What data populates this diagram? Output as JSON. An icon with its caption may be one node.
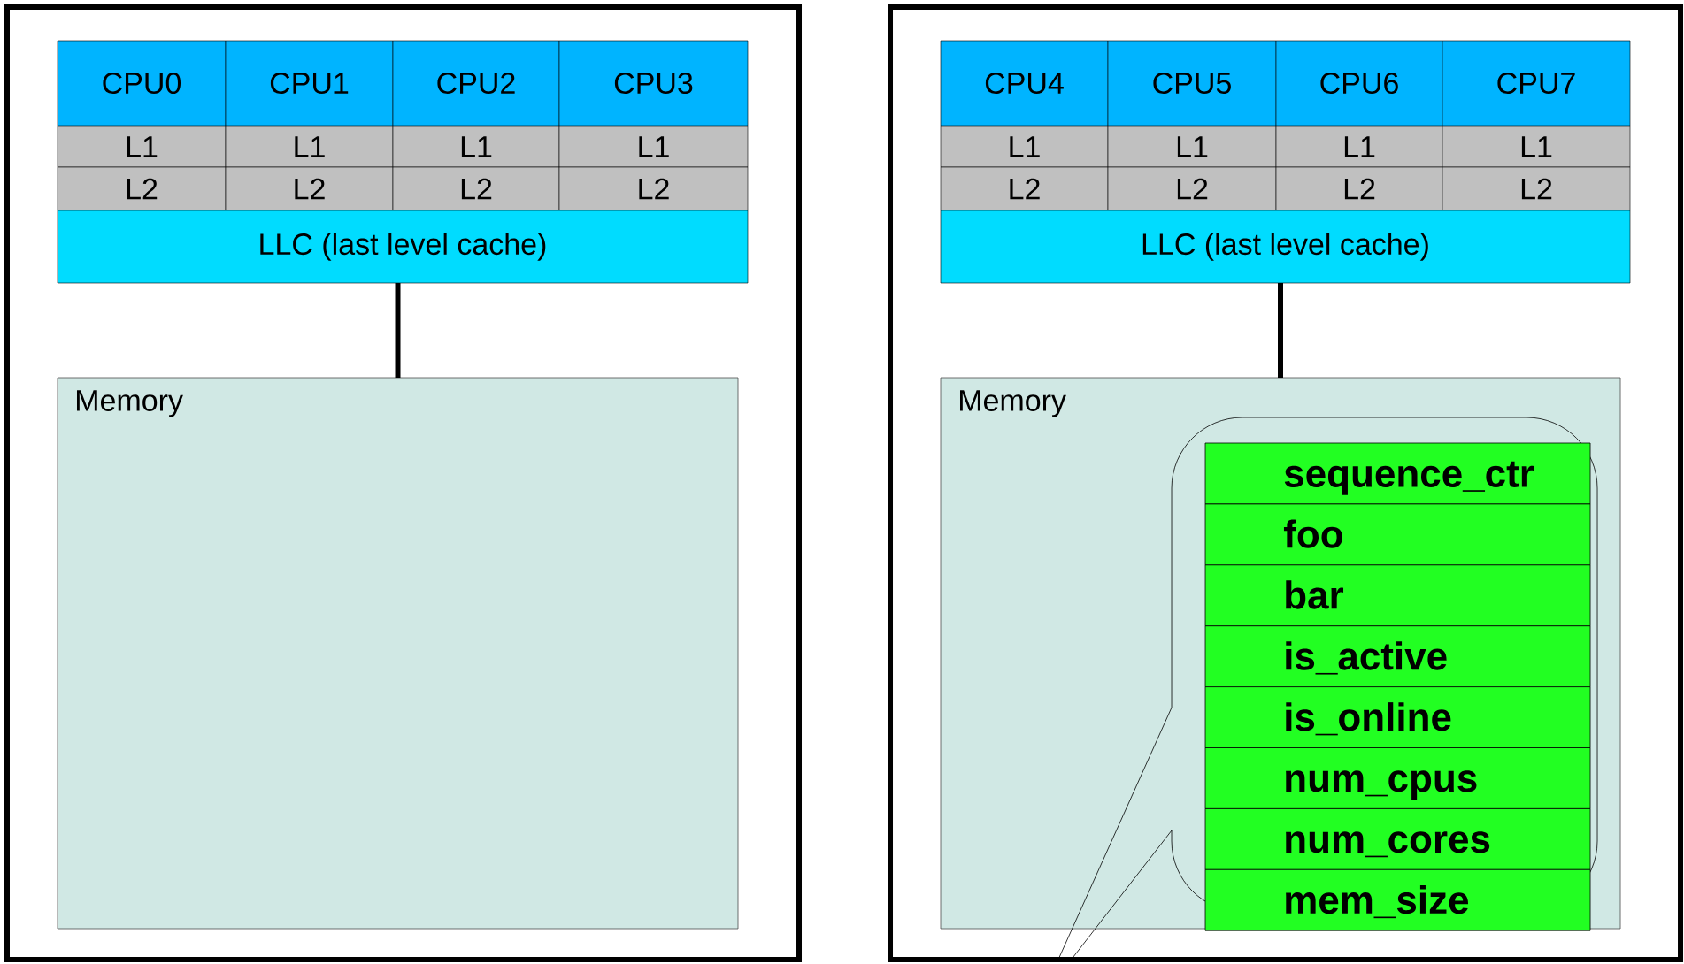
{
  "diagram": {
    "nodes": [
      {
        "text": [],
        "shape": "box"
      },
      {
        "text": [
          "CPU0"
        ],
        "in": 0
      },
      {
        "text": [
          "CPU1"
        ],
        "in": 0
      },
      {
        "text": [
          "CPU2"
        ],
        "in": 0
      },
      {
        "text": [
          "CPU3"
        ],
        "in": 0
      },
      {
        "text": [
          "L1"
        ],
        "in": 0
      },
      {
        "text": [
          "L1"
        ],
        "in": 0
      },
      {
        "text": [
          "L1"
        ],
        "in": 0
      },
      {
        "text": [
          "L1"
        ],
        "in": 0
      },
      {
        "text": [
          "L2"
        ],
        "in": 0
      },
      {
        "text": [
          "L2"
        ],
        "in": 0
      },
      {
        "text": [
          "L2"
        ],
        "in": 0
      },
      {
        "text": [
          "L2"
        ],
        "in": 0
      },
      {
        "text": [
          "LLC (last level cache)"
        ],
        "in": 0
      },
      {
        "text": [
          "Memory"
        ],
        "in": 0
      },
      {
        "text": [],
        "shape": "box"
      },
      {
        "text": [
          "CPU4"
        ],
        "in": 15
      },
      {
        "text": [
          "CPU5"
        ],
        "in": 15
      },
      {
        "text": [
          "CPU6"
        ],
        "in": 15
      },
      {
        "text": [
          "CPU7"
        ],
        "in": 15
      },
      {
        "text": [
          "L1"
        ],
        "in": 15
      },
      {
        "text": [
          "L1"
        ],
        "in": 15
      },
      {
        "text": [
          "L1"
        ],
        "in": 15
      },
      {
        "text": [
          "L1"
        ],
        "in": 15
      },
      {
        "text": [
          "L2"
        ],
        "in": 15
      },
      {
        "text": [
          "L2"
        ],
        "in": 15
      },
      {
        "text": [
          "L2"
        ],
        "in": 15
      },
      {
        "text": [
          "L2"
        ],
        "in": 15
      },
      {
        "text": [
          "LLC (last level cache)"
        ],
        "in": 15
      },
      {
        "text": [
          "Memory"
        ],
        "in": 15
      },
      {
        "text": [
          "sequence_ctr"
        ],
        "in": 29
      },
      {
        "text": [
          "foo"
        ],
        "in": 29
      },
      {
        "text": [
          "bar"
        ],
        "in": 29
      },
      {
        "text": [
          "is_active"
        ],
        "in": 29
      },
      {
        "text": [
          "is_online"
        ],
        "in": 29
      },
      {
        "text": [
          "num_cpus"
        ],
        "in": 29
      },
      {
        "text": [
          "num_cores"
        ],
        "in": 29
      },
      {
        "text": [
          "mem_size"
        ],
        "in": 29
      }
    ],
    "edges": [
      {
        "from": 13,
        "to": 14,
        "arrow": "none"
      },
      {
        "from": 28,
        "to": 29,
        "arrow": "none"
      }
    ]
  }
}
